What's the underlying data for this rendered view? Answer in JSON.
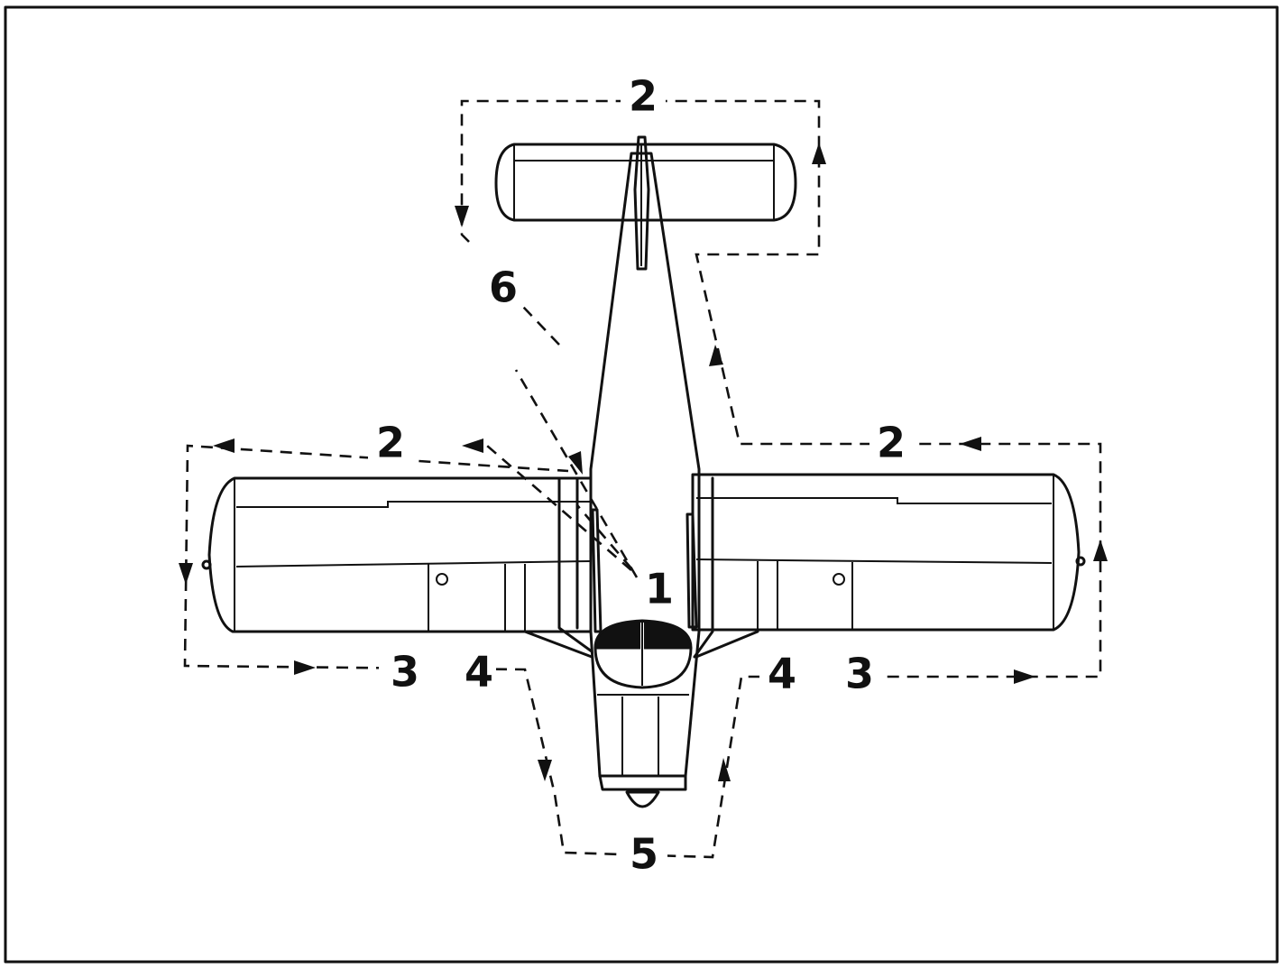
{
  "figure": {
    "labels": {
      "checkpoint_1": "1",
      "tail_2": "2",
      "left_wing_2": "2",
      "right_wing_2": "2",
      "left_3": "3",
      "left_4": "4",
      "right_4": "4",
      "right_3": "3",
      "nose_5": "5",
      "side_6": "6"
    },
    "colors": {
      "ink": "#111111",
      "background": "#ffffff"
    }
  }
}
